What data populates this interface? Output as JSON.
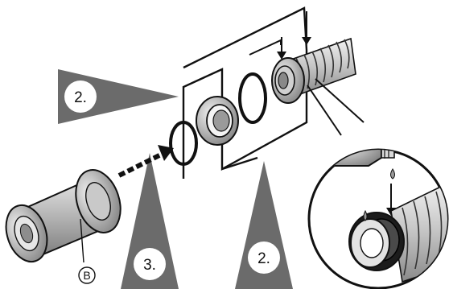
{
  "steps": {
    "left_pointer": "2.",
    "bottom_left_pointer": "3.",
    "bottom_right_pointer": "2."
  },
  "part_label": "B",
  "colors": {
    "pointer_fill": "#6b6b6b",
    "part_gray": "#9a9a9a",
    "part_light": "#d8d8d8",
    "dark_ring": "#1c1c1c",
    "line": "#111111",
    "badge_fill": "#ffffff"
  }
}
